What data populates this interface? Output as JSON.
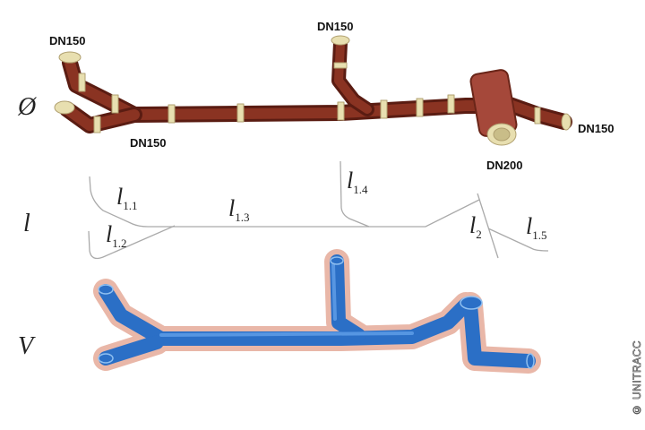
{
  "row_labels": {
    "diameter": "Ø",
    "length": "l",
    "volume": "V"
  },
  "diameter_labels": [
    "DN150",
    "DN150",
    "DN150",
    "DN150",
    "DN200"
  ],
  "length_labels": [
    {
      "main": "l",
      "sub": "1.1"
    },
    {
      "main": "l",
      "sub": "1.2"
    },
    {
      "main": "l",
      "sub": "1.3"
    },
    {
      "main": "l",
      "sub": "1.4"
    },
    {
      "main": "l",
      "sub": "2"
    },
    {
      "main": "l",
      "sub": "1.5"
    }
  ],
  "copyright": "© UNITRACC",
  "colors": {
    "pipe": "#7a2a1c",
    "collar": "#e8dfb0",
    "volume": "#2f78d0",
    "volume_outline": "#c0503c",
    "line": "#aaaaaa"
  }
}
